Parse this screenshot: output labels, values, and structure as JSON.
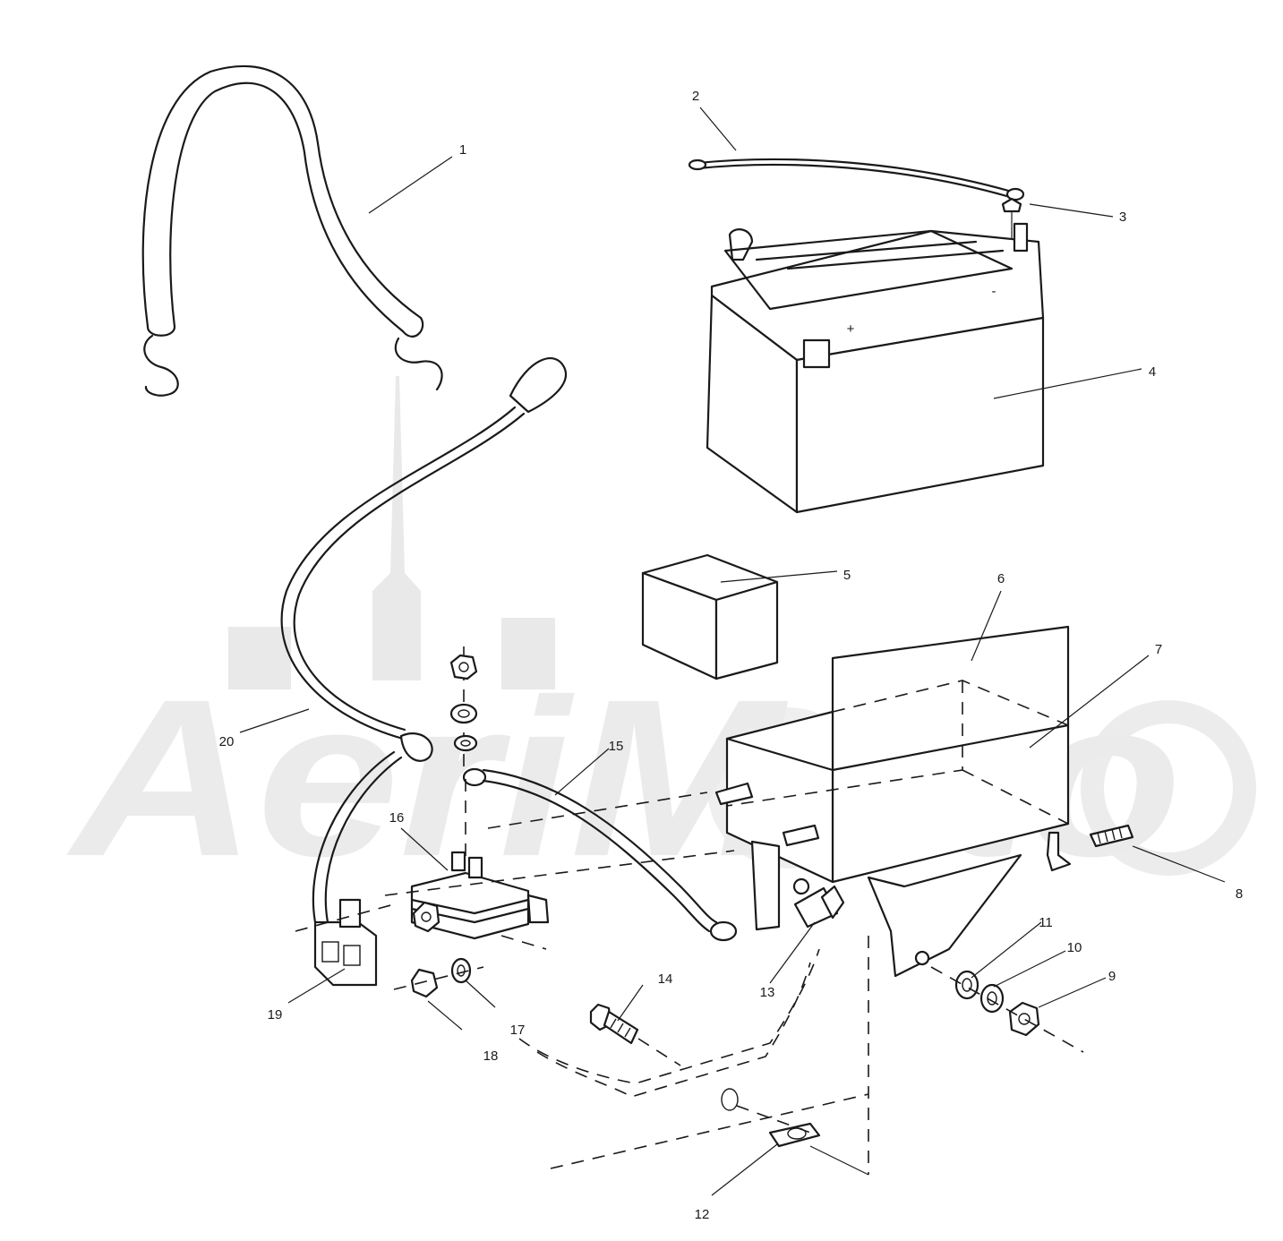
{
  "diagram": {
    "watermark": "AeriMoto",
    "callouts": [
      {
        "id": "1",
        "label": "1"
      },
      {
        "id": "2",
        "label": "2"
      },
      {
        "id": "3",
        "label": "3"
      },
      {
        "id": "4",
        "label": "4"
      },
      {
        "id": "5",
        "label": "5"
      },
      {
        "id": "6",
        "label": "6"
      },
      {
        "id": "7",
        "label": "7"
      },
      {
        "id": "8",
        "label": "8"
      },
      {
        "id": "9",
        "label": "9"
      },
      {
        "id": "10",
        "label": "10"
      },
      {
        "id": "11",
        "label": "11"
      },
      {
        "id": "12",
        "label": "12"
      },
      {
        "id": "13",
        "label": "13"
      },
      {
        "id": "14",
        "label": "14"
      },
      {
        "id": "15",
        "label": "15"
      },
      {
        "id": "16",
        "label": "16"
      },
      {
        "id": "17",
        "label": "17"
      },
      {
        "id": "18",
        "label": "18"
      },
      {
        "id": "19",
        "label": "19"
      },
      {
        "id": "20",
        "label": "20"
      }
    ],
    "battery_markings": {
      "positive": "+",
      "negative": "-"
    }
  }
}
